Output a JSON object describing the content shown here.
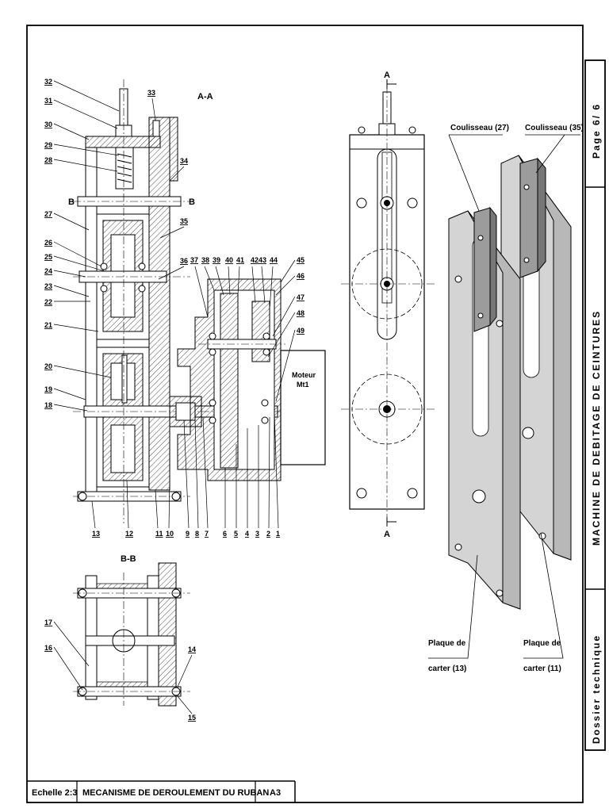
{
  "sheet": {
    "scale": "Echelle 2:3",
    "drawing_title": "MECANISME  DE  DEROULEMENT  DU  RUBAN",
    "format": "A3",
    "machine_title": "MACHINE   DE   DEBITAGE   DE   CEINTURES",
    "page": "Page 6/ 6",
    "dossier": "Dossier technique"
  },
  "views": {
    "section_aa": "A-A",
    "section_bb": "B-B",
    "cut_a_top": "A",
    "cut_a_bottom": "A",
    "cut_b_left": "B",
    "cut_b_right": "B",
    "motor_line1": "Moteur",
    "motor_line2": "Mt1"
  },
  "part_labels_left": [
    "32",
    "31",
    "30",
    "29",
    "28",
    "27",
    "26",
    "25",
    "24",
    "23",
    "22",
    "21",
    "20",
    "19",
    "18"
  ],
  "part_labels_top": [
    "33",
    "34",
    "35",
    "36",
    "37",
    "38",
    "39",
    "40",
    "41",
    "42",
    "43",
    "44",
    "45",
    "46",
    "47",
    "48",
    "49"
  ],
  "part_labels_bottom": [
    "13",
    "12",
    "11",
    "10",
    "9",
    "8",
    "7",
    "6",
    "5",
    "4",
    "3",
    "2",
    "1"
  ],
  "part_labels_bb": [
    "17",
    "16",
    "14",
    "15"
  ],
  "iso_labels": {
    "slider_27": "Coulisseau (27)",
    "slider_35": "Coulisseau (35)",
    "plate_13_line1": "Plaque de",
    "plate_13_line2": "carter (13)",
    "plate_11_line1": "Plaque de",
    "plate_11_line2": "carter (11)"
  }
}
